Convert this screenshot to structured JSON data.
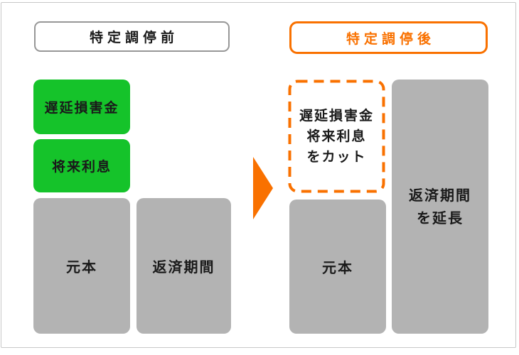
{
  "before": {
    "header": "特定調停前",
    "delay_damages": "遅延損害金",
    "future_interest": "将来利息",
    "principal": "元本",
    "repayment_period": "返済期間"
  },
  "after": {
    "header": "特定調停後",
    "cut_note": {
      "line1": "遅延損害金",
      "line2": "将来利息",
      "line3": "をカット"
    },
    "principal": "元本",
    "repayment": {
      "line1": "返済期間",
      "line2": "を延長"
    }
  },
  "colors": {
    "green": "#15c32a",
    "orange": "#f97100",
    "gray": "#b3b3b3",
    "header_border_gray": "#979797",
    "text": "#1a1a1a",
    "frame_border": "#c8c8c8"
  },
  "icons": {
    "transition_arrow": "right-triangle"
  }
}
